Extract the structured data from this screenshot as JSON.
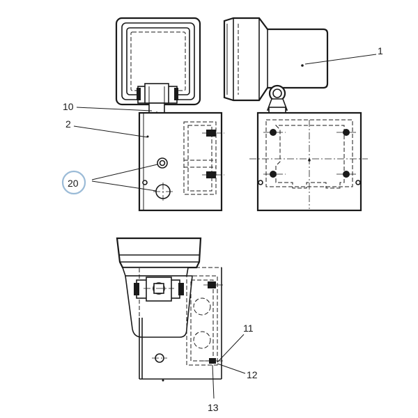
{
  "callouts": {
    "c1": "1",
    "c2": "2",
    "c10": "10",
    "c11": "11",
    "c12": "12",
    "c13": "13",
    "c20": "20"
  },
  "colors": {
    "line": "#1a1a1a",
    "highlight_circle": "#9bbbd7",
    "background": "#ffffff"
  }
}
